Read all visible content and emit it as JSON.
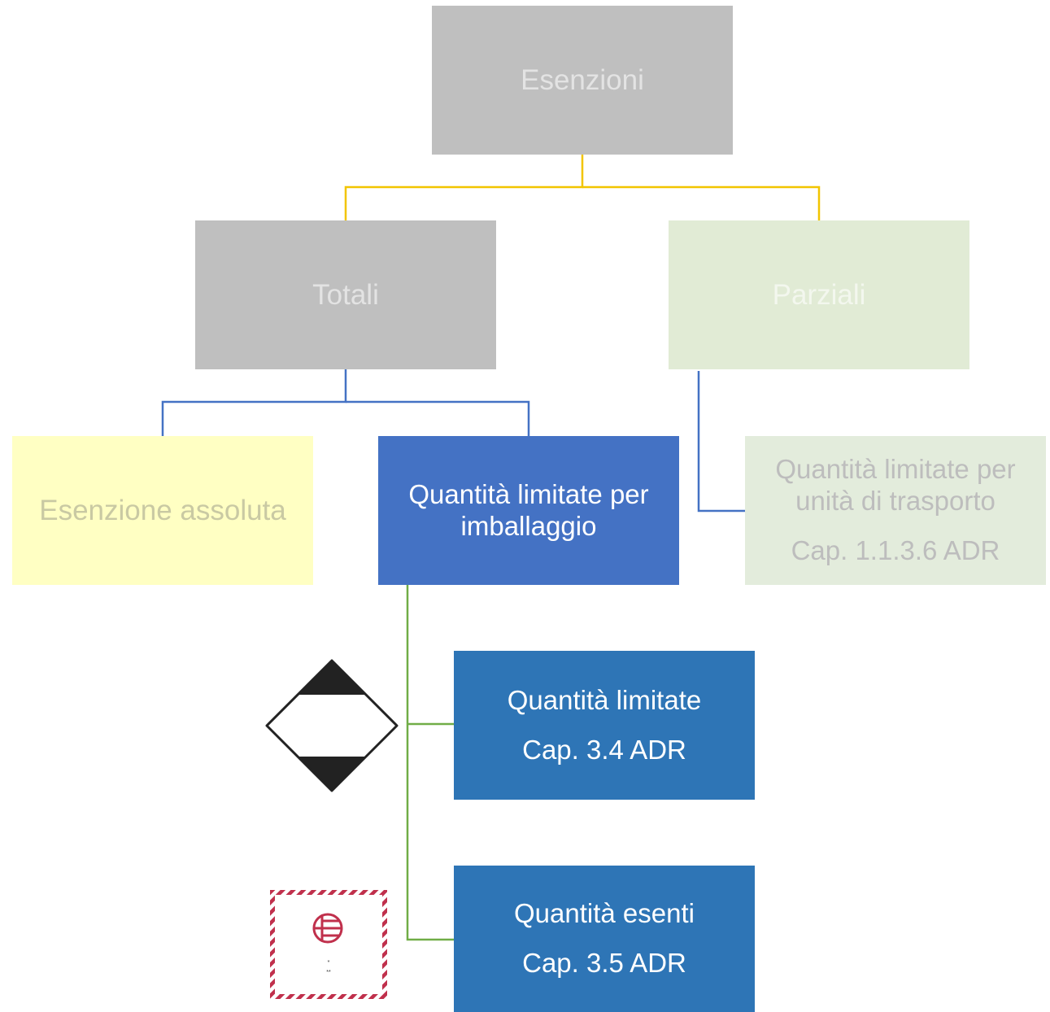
{
  "root": {
    "label": "Esenzioni",
    "color": "#bfbfbf"
  },
  "level1": {
    "totali": {
      "label": "Totali",
      "color": "#bfbfbf"
    },
    "parziali": {
      "label": "Parziali",
      "color": "#e1ebd5"
    }
  },
  "level2": {
    "assoluta": {
      "label": "Esenzione assoluta",
      "color": "#ffffc3"
    },
    "imballaggio": {
      "line1": "Quantità limitate per",
      "line2": "imballaggio",
      "color": "#4472c4"
    },
    "trasporto": {
      "line1": "Quantità limitate per",
      "line2": "unità di trasporto",
      "ref": "Cap. 1.1.3.6 ADR",
      "color": "#e3ecdc"
    }
  },
  "level3": {
    "limitate": {
      "label": "Quantità limitate",
      "ref": "Cap. 3.4 ADR",
      "color": "#2e75b6",
      "icon": "limited-quantity-mark-icon"
    },
    "esenti": {
      "label": "Quantità esenti",
      "ref": "Cap. 3.5 ADR",
      "color": "#2e75b6",
      "icon": "excepted-quantity-mark-icon"
    }
  },
  "eq_mark_text": {
    "line1": "*",
    "line2": "**"
  },
  "connector_colors": {
    "root": "#f2c500",
    "totali": "#4472c4",
    "parziali": "#4472c4",
    "imballaggio": "#70ad47"
  }
}
